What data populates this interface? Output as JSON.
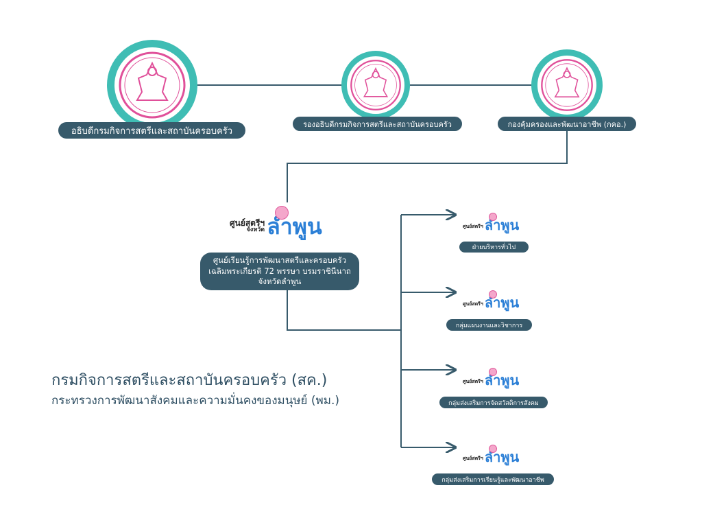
{
  "top_nodes": [
    {
      "label": "อธิบดีกรมกิจการสตรีและสถาบันครอบครัว"
    },
    {
      "label": "รองอธิบดีกรมกิจการสตรีและสถาบันครอบครัว"
    },
    {
      "label": "กองคุ้มครองและพัฒนาอาชีพ (กคอ.)"
    }
  ],
  "center": {
    "logo_small": "ศูนย์สตรีฯ",
    "logo_small2": "จังหวัด",
    "logo_big": "ลำพูน",
    "line1": "ศูนย์เรียนรู้การพัฒนาสตรีและครอบครัว",
    "line2": "เฉลิมพระเกียรติ 72 พรรษา บรมราชินีนาถ",
    "line3": "จังหวัดลำพูน"
  },
  "units": [
    {
      "label": "ฝ่ายบริหารทั่วไป"
    },
    {
      "label": "กลุ่มแผนงานและวิชาการ"
    },
    {
      "label": "กลุ่มส่งเสริมการจัดสวัสดิการสังคม"
    },
    {
      "label": "กลุ่มส่งเสริมการเรียนรู้และพัฒนาอาชีพ"
    }
  ],
  "heading": {
    "title": "กรมกิจการสตรีและสถาบันครอบครัว (สค.)",
    "subtitle": "กระทรวงการพัฒนาสังคมและความมั่นคงของมนุษย์ (พม.)"
  },
  "colors": {
    "ring": "#3fbdb4",
    "pill": "#375a6b",
    "seal": "#e0509a",
    "logo_blue": "#2b7fd6"
  }
}
